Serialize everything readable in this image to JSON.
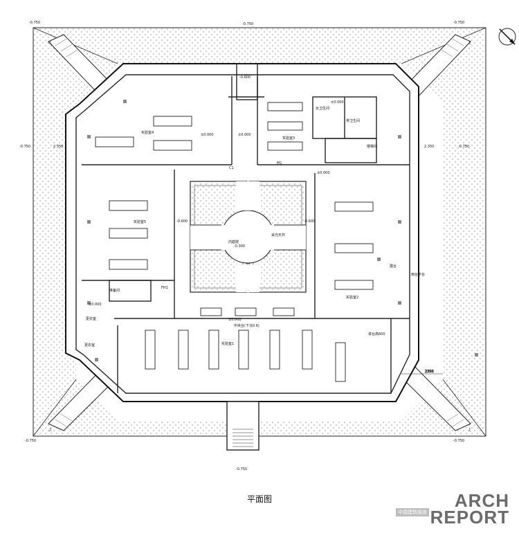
{
  "caption": "平面图",
  "logo": {
    "line1": "ARCH",
    "line2": "REPORT",
    "sub": "中国建筑报道"
  },
  "elevations": {
    "top_left": "-0.750",
    "top_right": "-0.750",
    "top_center": "-0.750",
    "left": "-0.750",
    "right": "-0.750",
    "bottom_left": "-0.750",
    "bottom_right": "-0.750",
    "bottom_center": "-0.750",
    "left_inner": "2.350",
    "right_inner": "2.350",
    "north_entry": "-0.600",
    "atrium": "-0.300",
    "west_lab": "-0.600",
    "east_lab": "-0.600"
  },
  "rooms": {
    "lab4": "实验室4",
    "lab3": "实验室3",
    "lab5": "实验室5",
    "lab2": "实验室2",
    "lab1": "实验室1",
    "atrium": "内庭院",
    "atrium_sub": "采光天井",
    "toilet_w": "女卫生间",
    "toilet_m": "男卫生间",
    "stair": "楼梯间",
    "dress": "更衣室",
    "dress2": "更衣室",
    "platform": "雨台平台",
    "exhibit": "展台",
    "teacher": "准备间",
    "lobby": "中央台(下沉0.6)",
    "stage": "讲台高600"
  },
  "levels": {
    "zero_a": "±0.000",
    "zero_b": "±0.000",
    "zero_c": "±0.000",
    "zero_d": "±0.000",
    "zero_e": "±0.000",
    "zero_f": "±0.000"
  },
  "marks": {
    "up": "上",
    "door_c1": "C1",
    "door_m1": "M1",
    "fh1": "FH1"
  },
  "dimension": "2350"
}
